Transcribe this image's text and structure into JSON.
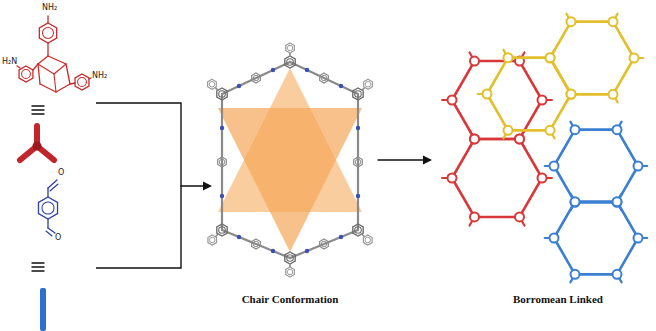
{
  "diagram": {
    "labels": [
      "NH₂",
      "H₂N",
      "NH₂",
      "O",
      "O",
      "Chair Conformation",
      "Borromean Linked"
    ]
  }
}
